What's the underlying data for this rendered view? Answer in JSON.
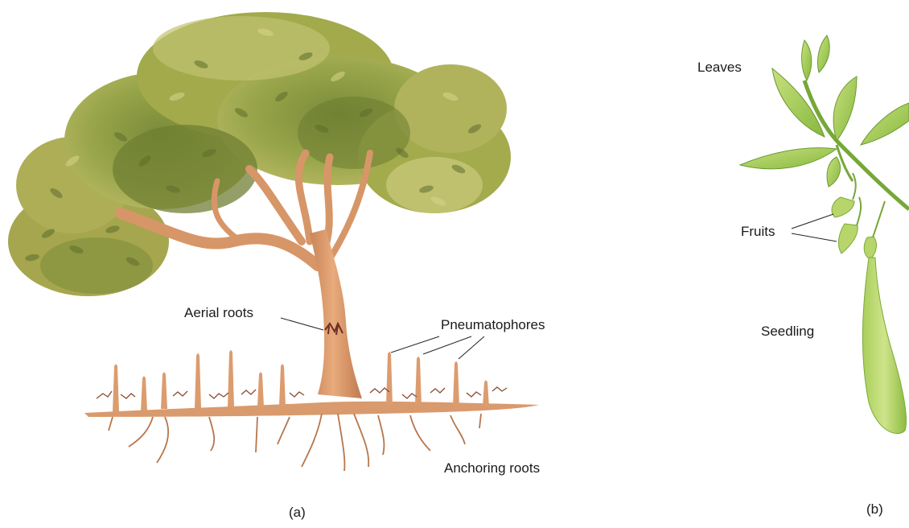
{
  "panel_a": {
    "caption": "(a)",
    "labels": {
      "aerial_roots": "Aerial roots",
      "pneumatophores": "Pneumatophores",
      "anchoring_roots": "Anchoring roots"
    }
  },
  "panel_b": {
    "caption": "(b)",
    "labels": {
      "leaves": "Leaves",
      "fruits": "Fruits",
      "seedling": "Seedling"
    }
  },
  "colors": {
    "foliage_dark": "#5f7030",
    "foliage_mid": "#8a9a40",
    "foliage_light": "#c2c470",
    "trunk": "#dc9a6c",
    "trunk_dark": "#b8774c",
    "root_dark": "#7a3f2a",
    "plant_green": "#8fbf45",
    "plant_light": "#c3dc78",
    "leader_line": "#222222"
  }
}
